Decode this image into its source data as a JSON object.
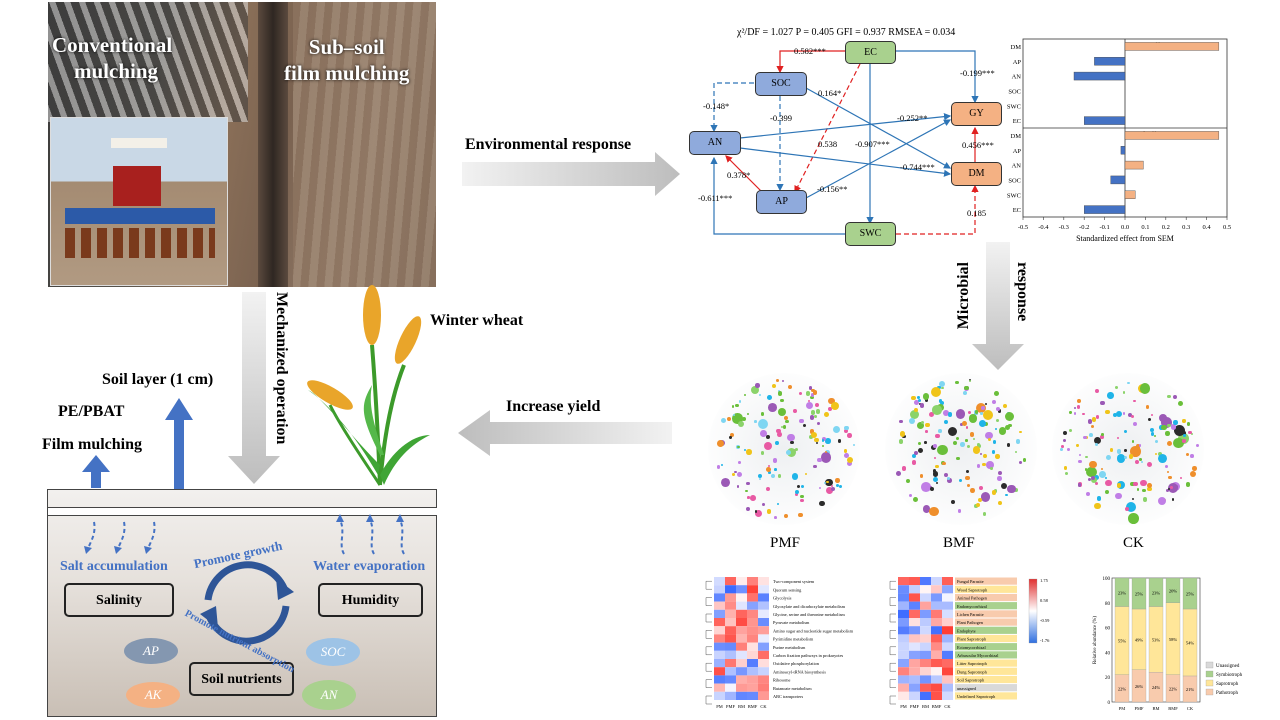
{
  "photo": {
    "left_label": "Conventional mulching",
    "left_label_line1": "Conventional",
    "left_label_line2": "mulching",
    "right_label_line1": "Sub–soil",
    "right_label_line2": "film mulching"
  },
  "labels": {
    "environmental_response": "Environmental response",
    "microbial": "Microbial",
    "response": "response",
    "increase_yield": "Increase yield",
    "mechanized_operation": "Mechanized operation",
    "winter_wheat": "Winter wheat",
    "soil_layer": "Soil layer (1 cm)",
    "pe_pbat": "PE/PBAT",
    "film_mulching": "Film mulching"
  },
  "soil": {
    "salt_accumulation": "Salt accumulation",
    "water_evaporation": "Water evaporation",
    "salinity": "Salinity",
    "humidity": "Humidity",
    "soil_nutrients": "Soil nutrients",
    "promote_growth": "Promote growth",
    "promote_nutrient_absorption": "Promote nutrient absorption",
    "ap": "AP",
    "ak": "AK",
    "soc": "SOC",
    "an": "AN"
  },
  "sem": {
    "stats": "χ²/DF = 1.027 P = 0.405 GFI = 0.937 RMSEA = 0.034",
    "nodes": {
      "ec": "EC",
      "soc": "SOC",
      "an": "AN",
      "ap": "AP",
      "swc": "SWC",
      "gy": "GY",
      "dm": "DM"
    },
    "coefs": {
      "ec_soc": "0.582***",
      "ec_gy": "-0.199***",
      "soc_dm": "0.164*",
      "soc_an": "-0.148*",
      "soc_ap": "-0.399",
      "an_gy": "-0.252**",
      "ec_ap": "0.538",
      "ec_swc": "-0.907***",
      "dm_gy": "0.456***",
      "an_dm": "-0.744***",
      "ap_an": "0.378*",
      "ap_gy": "-0.156**",
      "swc_an": "-0.611***",
      "swc_dm": "0.185"
    }
  },
  "effects_chart": {
    "direct_title": "Direct effect",
    "total_title": "Total effect",
    "xlabel": "Standardized effect from SEM",
    "ticks": [
      "-0.5",
      "-0.4",
      "-0.3",
      "-0.2",
      "-0.1",
      "0.0",
      "0.1",
      "0.2",
      "0.3",
      "0.4",
      "0.5"
    ],
    "categories": [
      "DM",
      "AP",
      "AN",
      "SOC",
      "SWC",
      "EC"
    ],
    "direct_values": [
      0.46,
      -0.15,
      -0.25,
      0.0,
      0.0,
      -0.2
    ],
    "total_values": [
      0.46,
      -0.02,
      0.09,
      -0.07,
      0.05,
      -0.2
    ],
    "pos_color": "#f4b183",
    "neg_color": "#4472c4"
  },
  "networks": {
    "pmf": "PMF",
    "bmf": "BMF",
    "ck": "CK"
  },
  "heatmap1": {
    "rows": [
      "Two-component system",
      "Quorum sensing",
      "Glycolysis",
      "Glyoxylate and dicarboxylate metabolism",
      "Glycine, serine and threonine metabolism",
      "Pyruvate metabolism",
      "Amino sugar and nucleotide sugar metabolism",
      "Pyrimidine metabolism",
      "Purine metabolism",
      "Carbon fixation pathways in prokaryotes",
      "Oxidative phosphorylation",
      "Aminoacyl-tRNA biosynthesis",
      "Ribosome",
      "Butanoate metabolism",
      "ABC transporters"
    ],
    "cols": [
      "PM",
      "PMF",
      "BM",
      "BMF",
      "CK"
    ]
  },
  "heatmap2": {
    "rows": [
      "Fungal Parasite",
      "Wood Saprotroph",
      "Animal Pathogen",
      "Endomycorrhizal",
      "Lichen Parasite",
      "Plant Pathogen",
      "Endophyte",
      "Plant Saprotroph",
      "Ectomycorrhizal",
      "Arbuscular Mycorrhizal",
      "Litter Saprotroph",
      "Dung Saprotroph",
      "Soil Saprotroph",
      "unassigned",
      "Undefined Saprotroph"
    ],
    "cols": [
      "PM",
      "PMF",
      "BM",
      "BMF",
      "CK"
    ],
    "scale": [
      "1.75",
      "0.58",
      "-0.59",
      "-1.76"
    ]
  },
  "stacked": {
    "ylabel": "Relative abundance (%)",
    "yticks": [
      "100",
      "80",
      "60",
      "40",
      "20",
      "0"
    ],
    "legend": [
      "Unassigned",
      "Symbiotroph",
      "Saprotroph",
      "Pathotroph"
    ],
    "categories": [
      "PM",
      "PMF",
      "BM",
      "BMF",
      "CK"
    ],
    "pathotroph": [
      22,
      26,
      24,
      22,
      21
    ],
    "saprotroph": [
      55,
      49,
      53,
      58,
      54
    ],
    "symbiotroph": [
      23,
      25,
      23,
      20,
      25
    ],
    "labels_patho": [
      "22%",
      "26%",
      "24%",
      "22%",
      "21%"
    ],
    "labels_sapro": [
      "55%",
      "49%",
      "53%",
      "58%",
      "54%"
    ],
    "labels_symb": [
      "23%",
      "25%",
      "23%",
      "20%",
      "25%"
    ]
  }
}
